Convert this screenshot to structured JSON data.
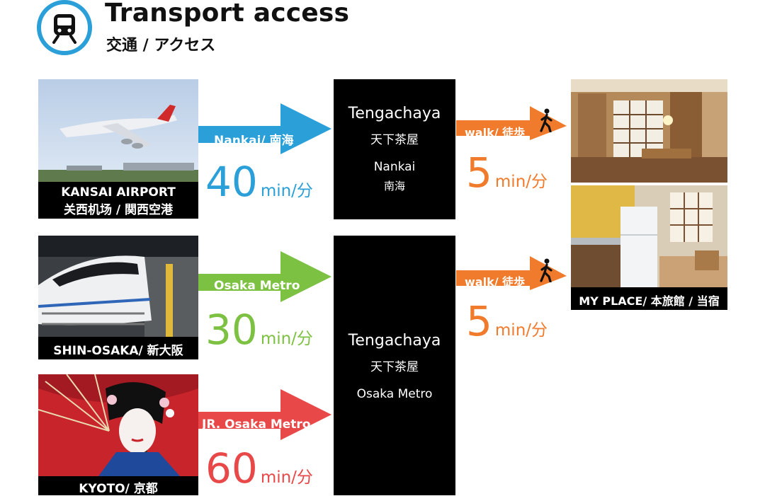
{
  "header": {
    "title": "Transport access",
    "subtitle": "交通 / アクセス",
    "icon": "train-icon",
    "accent_color": "#2a9fd8"
  },
  "routes": [
    {
      "origin_en": "KANSAI AIRPORT",
      "origin_local": "关西机场 / 関西空港",
      "photo": "airplane-photo",
      "line": "Nankai/ 南海",
      "minutes": "40",
      "unit": "min/分",
      "color": "#2a9fd8"
    },
    {
      "origin": "SHIN-OSAKA/ 新大阪",
      "photo": "bullet-train-photo",
      "line": "Osaka Metro",
      "minutes": "30",
      "unit": "min/分",
      "color": "#7dc142"
    },
    {
      "origin": "KYOTO/ 京都",
      "photo": "geisha-photo",
      "line": "JR. Osaka Metro",
      "minutes": "60",
      "unit": "min/分",
      "color": "#e84848"
    }
  ],
  "stations": [
    {
      "name": "Tengachaya",
      "name_local": "天下茶屋",
      "line": "Nankai",
      "line_local": "南海"
    },
    {
      "name": "Tengachaya",
      "name_local": "天下茶屋",
      "line": "Osaka Metro"
    }
  ],
  "walks": [
    {
      "label": "walk/ 徒歩",
      "minutes": "5",
      "unit": "min/分",
      "color": "#f07b2c",
      "icon": "walking-person-icon"
    },
    {
      "label": "walk/ 徒歩",
      "minutes": "5",
      "unit": "min/分",
      "color": "#f07b2c",
      "icon": "walking-person-icon"
    }
  ],
  "destination": {
    "caption": "MY PLACE/ 本旅館 / 当宿",
    "photos": [
      "dining-room-photo",
      "kitchen-photo"
    ]
  }
}
